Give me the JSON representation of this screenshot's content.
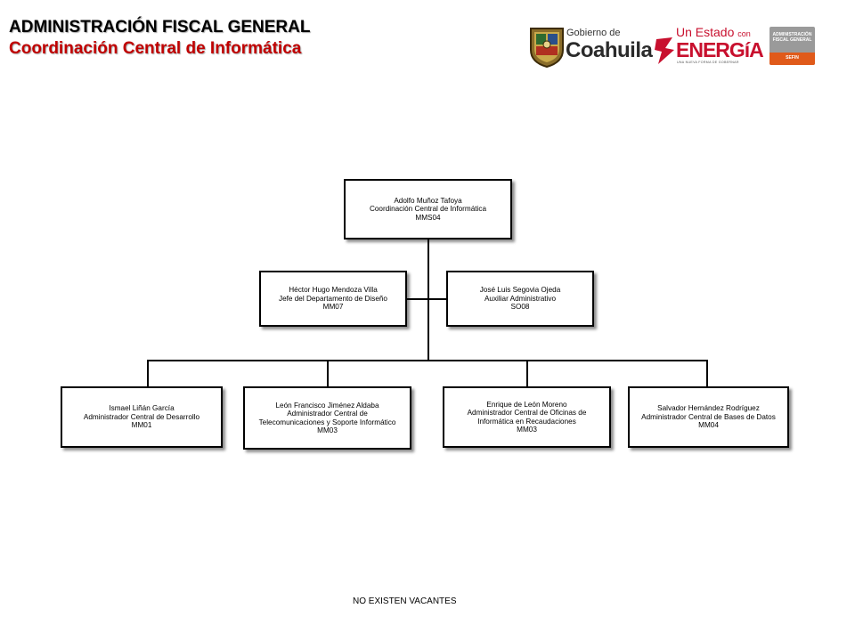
{
  "header": {
    "title": "ADMINISTRACIÓN FISCAL GENERAL",
    "subtitle": "Coordinación Central de Informática",
    "subtitle_color": "#c00000"
  },
  "logos": {
    "gobierno": {
      "line1": "Gobierno de",
      "line2": "Coahuila"
    },
    "estado": {
      "line1": "Un Estado",
      "line1_small": "con",
      "line2": "ENERGíA",
      "line3": "UNA NUEVA FORMA DE GOBERNAR"
    },
    "afg": {
      "line1": "ADMINISTRACIÓN",
      "line2": "FISCAL GENERAL",
      "line3": "SEFIN"
    }
  },
  "org": {
    "head": {
      "name": "Adolfo Muñoz Tafoya",
      "role": "Coordinación Central de Informática",
      "code": "MMS04"
    },
    "staff_left": {
      "name": "Héctor Hugo Mendoza Villa",
      "role": "Jefe del Departamento de Diseño",
      "code": "MM07"
    },
    "staff_right": {
      "name": "José Luis Segovia Ojeda",
      "role": "Auxiliar Administrativo",
      "code": "SO08"
    },
    "sub1": {
      "name": "Ismael Liñán García",
      "role": "Administrador Central de Desarrollo",
      "code": "MM01"
    },
    "sub2": {
      "name": "León Francisco Jiménez Aldaba",
      "role_l1": "Administrador Central de",
      "role_l2": "Telecomunicaciones y Soporte Informático",
      "code": "MM03"
    },
    "sub3": {
      "name": "Enrique de León Moreno",
      "role_l1": "Administrador Central de Oficinas de",
      "role_l2": "Informática en Recaudaciones",
      "code": "MM03"
    },
    "sub4": {
      "name": "Salvador Hernández Rodríguez",
      "role": "Administrador Central de Bases de Datos",
      "code": "MM04"
    }
  },
  "footer": "NO EXISTEN VACANTES"
}
